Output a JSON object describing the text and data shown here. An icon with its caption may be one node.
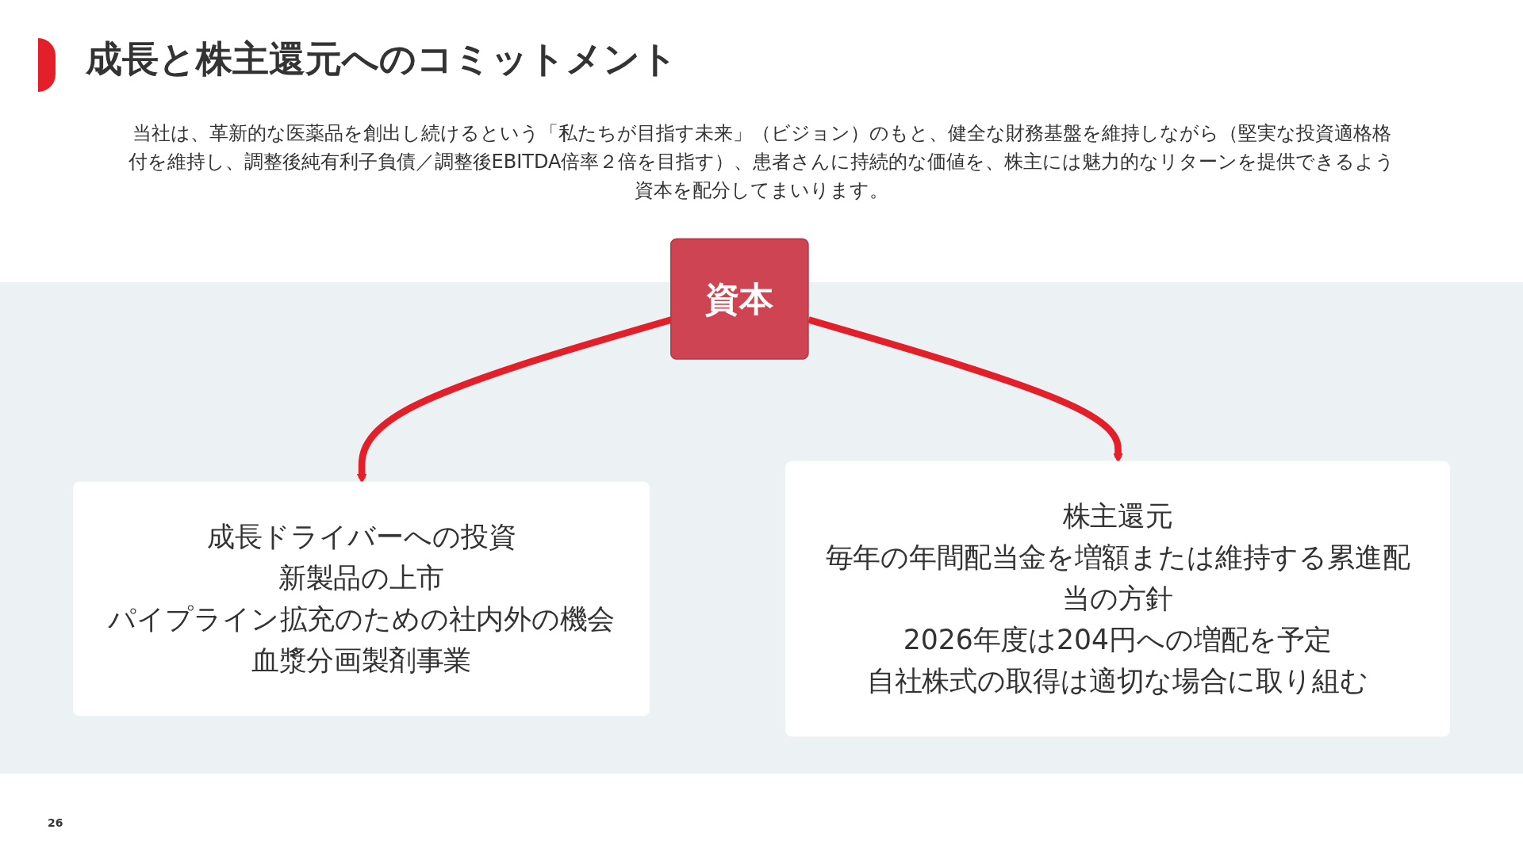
{
  "diagram": {
    "title": "成長と株主還元へのコミットメント",
    "nodes": [
      {
        "text": [
          "資本"
        ]
      },
      {
        "text": [
          "成長ドライバーへの投資",
          "新製品の上市",
          "パイプライン拡充のための社内外の機会",
          "血漿分画製剤事業"
        ]
      },
      {
        "text": [
          "株主還元",
          "毎年の年間配当金を増額または維持する累進配当の方針",
          "2026年度は204円への増配を予定",
          "自社株式の取得は適切な場合に取り組む"
        ]
      }
    ],
    "edges": [
      {
        "from": 0,
        "to": 1,
        "arrow": "to"
      },
      {
        "from": 0,
        "to": 2,
        "arrow": "to"
      }
    ],
    "labels": [
      "当社は、革新的な医薬品を創出し続けるという「私たちが目指す未来」（ビジョン）のもと、健全な財務基盤を維持しながら（堅実な投資適格格付を維持し、調整後純有利子負債／調整後EBITDA倍率２倍を目指す）、患者さんに持続的な価値を、株主には魅力的なリターンを提供できるよう資本を配分してまいります。",
      "26"
    ]
  }
}
